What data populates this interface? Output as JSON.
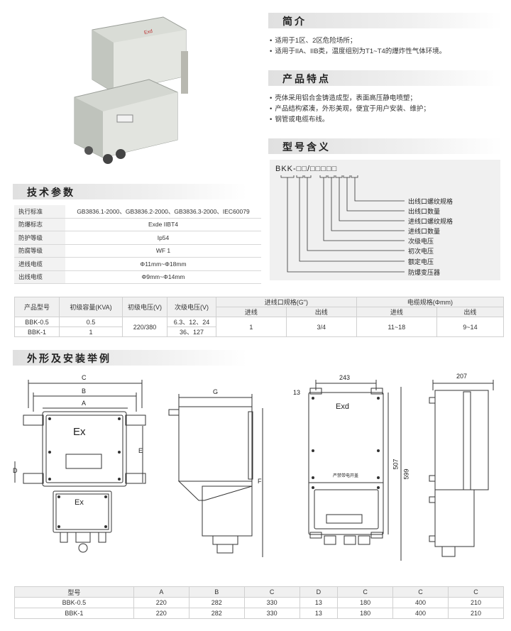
{
  "sections": {
    "intro_title": "简介",
    "features_title": "产品特点",
    "model_title": "型号含义",
    "tech_title": "技术参数",
    "outline_title": "外形及安装举例"
  },
  "intro": [
    "适用于1区、2区危险场所；",
    "适用于IIA、IIB类，温度组别为T1~T4的爆炸性气体环境。"
  ],
  "features": [
    "壳体采用铝合金铸造成型，表面高压静电喷塑；",
    "产品结构紧凑，外形美观，便宜于用户安装、维护；",
    "钢管或电缆布线。"
  ],
  "model": {
    "code": "BKK-□□/□□□□□",
    "labels": [
      "出线口螺纹规格",
      "出线口数量",
      "进线口螺纹规格",
      "进线口数量",
      "次级电压",
      "初次电压",
      "额定电压",
      "防爆变压器"
    ]
  },
  "product_photo": {
    "label": "Exd"
  },
  "spec": [
    {
      "k": "执行标准",
      "v": "GB3836.1-2000、GB3836.2-2000、GB3836.3-2000、IEC60079"
    },
    {
      "k": "防爆标志",
      "v": "Exde IIBT4"
    },
    {
      "k": "防护等级",
      "v": "Ip54"
    },
    {
      "k": "防腐等级",
      "v": "WF 1"
    },
    {
      "k": "进线电缆",
      "v": "Φ11mm~Φ18mm"
    },
    {
      "k": "出线电缆",
      "v": "Φ9mm~Φ14mm"
    }
  ],
  "model_table": {
    "h_model": "产品型号",
    "h_cap": "初级容量(KVA)",
    "h_pv": "初级电压(V)",
    "h_sv": "次级电压(V)",
    "h_port": "进线口规格(G\")",
    "h_cable": "电缆规格(Φmm)",
    "h_in": "进线",
    "h_out": "出线",
    "rows": [
      {
        "model": "BBK-0.5",
        "cap": "0.5",
        "sv": "6.3、12、24"
      },
      {
        "model": "BBK-1",
        "cap": "1",
        "sv": "36、127"
      }
    ],
    "pv": "220/380",
    "port_in": "1",
    "port_out": "3/4",
    "cable_in": "11~18",
    "cable_out": "9~14"
  },
  "drawings": {
    "d1": {
      "C": "C",
      "B": "B",
      "A": "A",
      "D": "D",
      "E": "E",
      "ex_top": "Ex",
      "ex_bottom": "Ex"
    },
    "d2": {
      "G": "G",
      "F": "F"
    },
    "d3": {
      "w": "243",
      "h13": "13",
      "h507": "507",
      "h599": "599",
      "exd": "Exd",
      "warn": "严禁带电开盖"
    },
    "d4": {
      "w": "207"
    }
  },
  "dim_table": {
    "headers": [
      "型号",
      "A",
      "B",
      "C",
      "D",
      "C",
      "C",
      "C"
    ],
    "rows": [
      [
        "BBK-0.5",
        "220",
        "282",
        "330",
        "13",
        "180",
        "400",
        "210"
      ],
      [
        "BBK-1",
        "220",
        "282",
        "330",
        "13",
        "180",
        "400",
        "210"
      ]
    ]
  }
}
